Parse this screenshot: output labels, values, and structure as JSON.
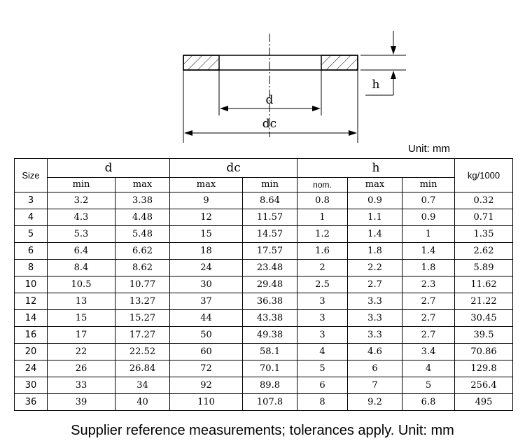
{
  "diagram": {
    "inner_label": "d",
    "outer_label": "dc",
    "thickness_label": "h"
  },
  "unit_label": "Unit: mm",
  "table": {
    "size_header": "Size",
    "weight_header": "kg/1000",
    "groups": [
      {
        "label": "d",
        "subs": [
          "min",
          "max"
        ]
      },
      {
        "label": "dc",
        "subs": [
          "max",
          "min"
        ]
      },
      {
        "label": "h",
        "subs": [
          "nom.",
          "max",
          "min"
        ]
      }
    ],
    "rows": [
      [
        "3",
        "3.2",
        "3.38",
        "9",
        "8.64",
        "0.8",
        "0.9",
        "0.7",
        "0.32"
      ],
      [
        "4",
        "4.3",
        "4.48",
        "12",
        "11.57",
        "1",
        "1.1",
        "0.9",
        "0.71"
      ],
      [
        "5",
        "5.3",
        "5.48",
        "15",
        "14.57",
        "1.2",
        "1.4",
        "1",
        "1.35"
      ],
      [
        "6",
        "6.4",
        "6.62",
        "18",
        "17.57",
        "1.6",
        "1.8",
        "1.4",
        "2.62"
      ],
      [
        "8",
        "8.4",
        "8.62",
        "24",
        "23.48",
        "2",
        "2.2",
        "1.8",
        "5.89"
      ],
      [
        "10",
        "10.5",
        "10.77",
        "30",
        "29.48",
        "2.5",
        "2.7",
        "2.3",
        "11.62"
      ],
      [
        "12",
        "13",
        "13.27",
        "37",
        "36.38",
        "3",
        "3.3",
        "2.7",
        "21.22"
      ],
      [
        "14",
        "15",
        "15.27",
        "44",
        "43.38",
        "3",
        "3.3",
        "2.7",
        "30.45"
      ],
      [
        "16",
        "17",
        "17.27",
        "50",
        "49.38",
        "3",
        "3.3",
        "2.7",
        "39.5"
      ],
      [
        "20",
        "22",
        "22.52",
        "60",
        "58.1",
        "4",
        "4.6",
        "3.4",
        "70.86"
      ],
      [
        "24",
        "26",
        "26.84",
        "72",
        "70.1",
        "5",
        "6",
        "4",
        "129.8"
      ],
      [
        "30",
        "33",
        "34",
        "92",
        "89.8",
        "6",
        "7",
        "5",
        "256.4"
      ],
      [
        "36",
        "39",
        "40",
        "110",
        "107.8",
        "8",
        "9.2",
        "6.8",
        "495"
      ]
    ]
  },
  "caption": "Supplier reference measurements; tolerances apply. Unit: mm"
}
